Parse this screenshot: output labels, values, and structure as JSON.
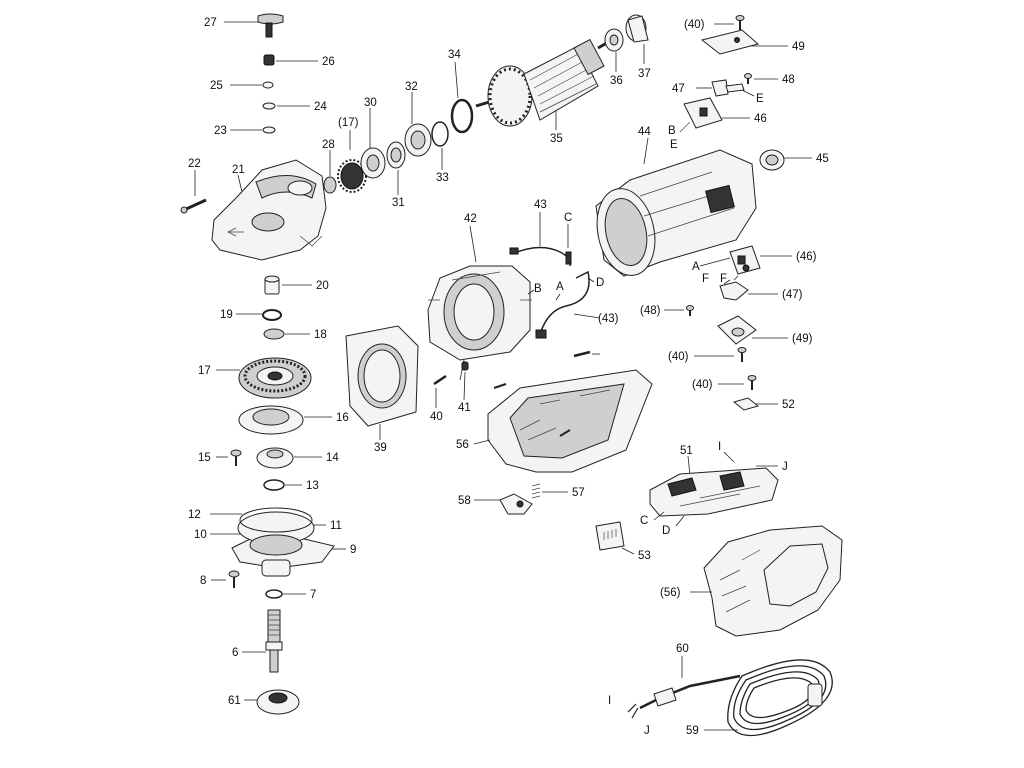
{
  "diagram": {
    "labels": [
      "27",
      "26",
      "25",
      "24",
      "23",
      "22",
      "21",
      "(17)",
      "28",
      "30",
      "31",
      "32",
      "33",
      "34",
      "35",
      "36",
      "37",
      "(40)",
      "49",
      "48",
      "47",
      "E",
      "46",
      "B",
      "E",
      "44",
      "45",
      "42",
      "43",
      "C",
      "D",
      "B",
      "A",
      "(43)",
      "20",
      "19",
      "18",
      "17",
      "16",
      "15",
      "14",
      "13",
      "12",
      "10",
      "11",
      "9",
      "8",
      "7",
      "6",
      "61",
      "39",
      "40",
      "41",
      "56",
      "58",
      "57",
      "A",
      "F",
      "(46)",
      "F",
      "(47)",
      "(48)",
      "(49)",
      "(40)",
      "(40)",
      "52",
      "51",
      "I",
      "J",
      "C",
      "D",
      "53",
      "(56)",
      "60",
      "I",
      "J",
      "59"
    ]
  }
}
